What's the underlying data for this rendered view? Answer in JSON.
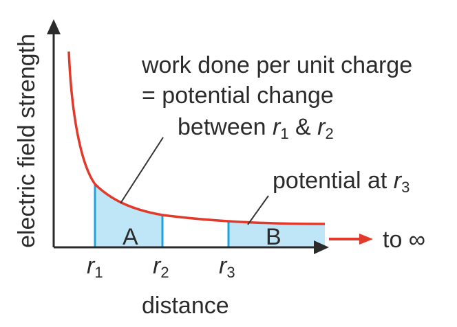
{
  "figure": {
    "y_axis_label": "electric field strength",
    "x_axis_label": "distance",
    "annotation_work": {
      "line1": "work done per unit charge",
      "line2": "= potential change",
      "line3_prefix": "between ",
      "r": "r",
      "sub1": "1",
      "amp": " & ",
      "sub2": "2"
    },
    "annotation_potential": {
      "prefix": "potential at ",
      "r": "r",
      "sub": "3"
    },
    "region_a_label": "A",
    "region_b_label": "B",
    "infinity_label": "to ∞",
    "ticks": [
      {
        "r": "r",
        "sub": "1"
      },
      {
        "r": "r",
        "sub": "2"
      },
      {
        "r": "r",
        "sub": "3"
      }
    ],
    "colors": {
      "curve": "#e23a2a",
      "shade": "#bfe6f7",
      "boundary": "#1fa3dd",
      "axis": "#2b2b2b",
      "pointer": "#333333"
    }
  }
}
